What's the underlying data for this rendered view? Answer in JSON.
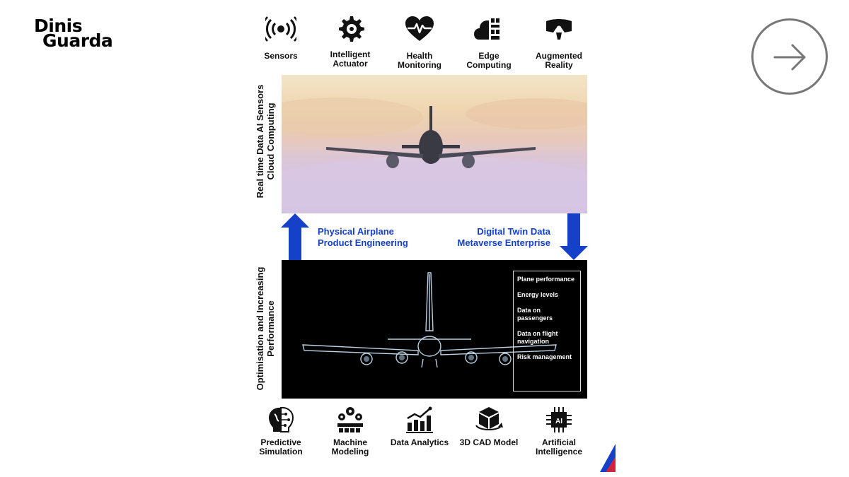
{
  "logo": {
    "line1": "Dinis",
    "line2": "Guarda"
  },
  "top_icons": [
    {
      "icon": "sensor-waves-icon",
      "label": "Sensors"
    },
    {
      "icon": "actuator-gear-icon",
      "label": "Intelligent Actuator"
    },
    {
      "icon": "heart-pulse-icon",
      "label": "Health Monitoring"
    },
    {
      "icon": "edge-cloud-icon",
      "label": "Edge Computing"
    },
    {
      "icon": "vr-headset-icon",
      "label": "Augmented Reality"
    }
  ],
  "left_labels": {
    "top": [
      "Real time Data AI Sensors",
      "Cloud Computing"
    ],
    "bottom": [
      "Optimisation and Increasing",
      "Performance"
    ]
  },
  "middle": {
    "left": [
      "Physical Airplane",
      "Product Engineering"
    ],
    "right": [
      "Digital Twin Data",
      "Metaverse Enterprise"
    ],
    "arrow_color": "#1540c8"
  },
  "info_items": [
    "Plane performance",
    "Energy levels",
    "Data on passengers",
    "Data on flight navigation",
    "Risk management"
  ],
  "bottom_icons": [
    {
      "icon": "brain-circuit-icon",
      "label": "Predictive Simulation"
    },
    {
      "icon": "machine-gears-icon",
      "label": "Machine Modeling"
    },
    {
      "icon": "bar-chart-icon",
      "label": "Data Analytics"
    },
    {
      "icon": "cube-3d-icon",
      "label": "3D CAD Model"
    },
    {
      "icon": "ai-chip-icon",
      "label": "Artificial Intelligence"
    }
  ]
}
